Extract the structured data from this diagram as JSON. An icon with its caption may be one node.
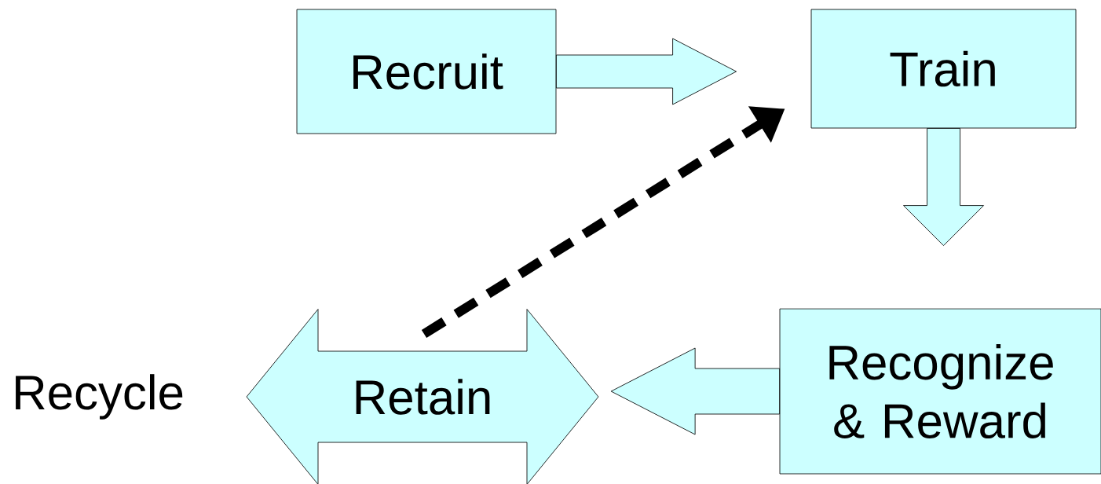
{
  "diagram": {
    "nodes": [
      {
        "text": [
          "Recruit"
        ]
      },
      {
        "text": [
          "Train"
        ]
      },
      {
        "text": [
          "Recognize & Reward"
        ]
      },
      {
        "text": [
          "Retain"
        ]
      }
    ],
    "edges": [
      {
        "from": 0,
        "to": 1,
        "arrow": "to"
      },
      {
        "from": 1,
        "to": 2,
        "arrow": "to"
      },
      {
        "from": 2,
        "to": 3,
        "arrow": "to"
      },
      {
        "from": 3,
        "to": 1,
        "arrow": "to",
        "style": "dashed",
        "color": "#000000"
      }
    ],
    "labels": [
      "Recycle"
    ]
  }
}
